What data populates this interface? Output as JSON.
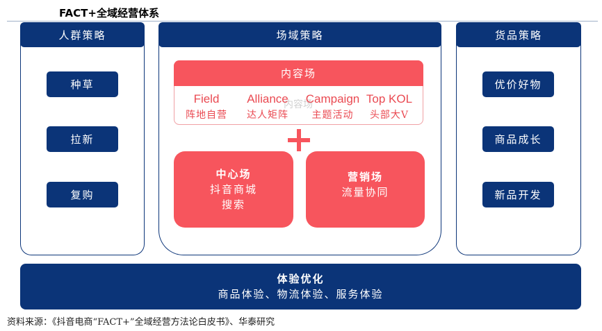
{
  "title": "FACT+全域经营体系",
  "left": {
    "header": "人群策略",
    "items": [
      "种草",
      "拉新",
      "复购"
    ]
  },
  "middle": {
    "header": "场域策略",
    "content_field": {
      "header": "内容场",
      "watermark": "内容场",
      "items": [
        {
          "en": "Field",
          "cn": "阵地自营"
        },
        {
          "en": "Alliance",
          "cn": "达人矩阵"
        },
        {
          "en": "Campaign",
          "cn": "主题活动"
        },
        {
          "en": "Top KOL",
          "cn": "头部大V"
        }
      ]
    },
    "center": {
      "title": "中心场",
      "lines": [
        "抖音商城",
        "搜索"
      ]
    },
    "marketing": {
      "title": "营销场",
      "lines": [
        "流量协同"
      ]
    }
  },
  "right": {
    "header": "货品策略",
    "items": [
      "优价好物",
      "商品成长",
      "新品开发"
    ]
  },
  "bottom": {
    "title": "体验优化",
    "subtitle": "商品体验、物流体验、服务体验"
  },
  "source": "资料来源：《抖音电商“FACT+”全域经营方法论白皮书》、华泰研究",
  "colors": {
    "navy": "#0b3478",
    "red": "#f7555d"
  }
}
